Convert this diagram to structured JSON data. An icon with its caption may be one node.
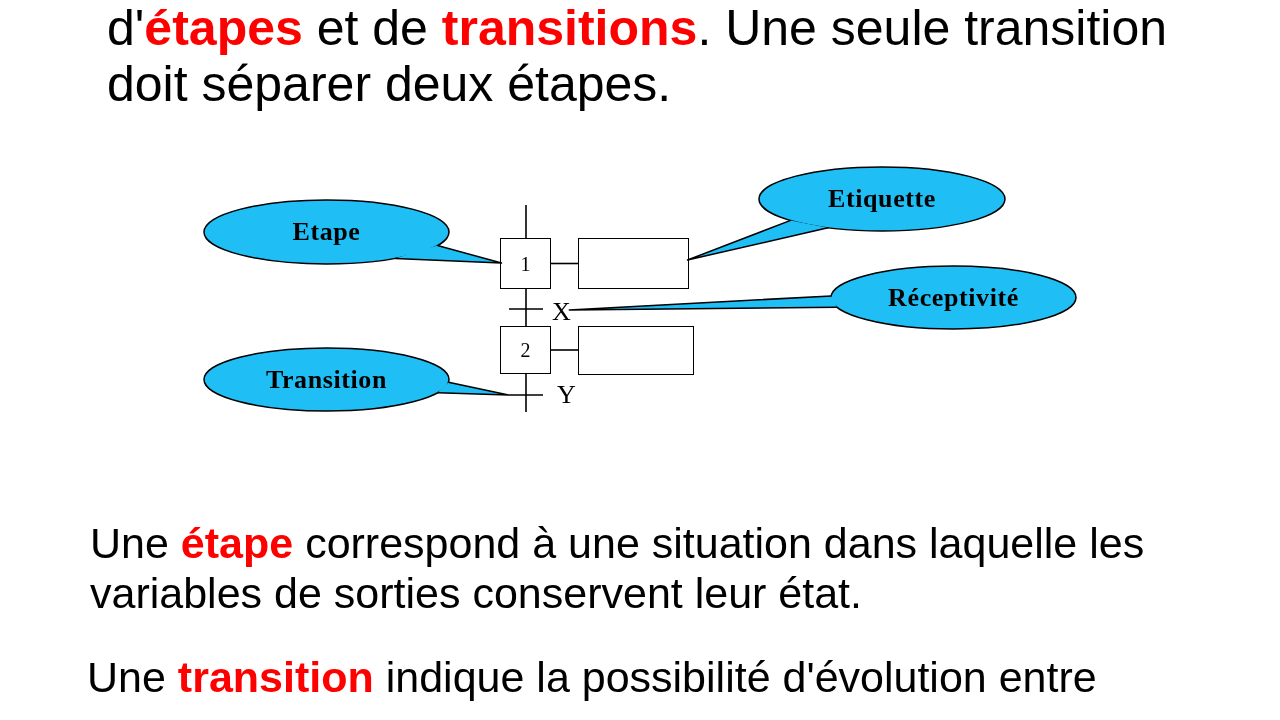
{
  "diagram": {
    "nodes": [
      {
        "text": [
          "Etape"
        ]
      },
      {
        "text": [
          "Etiquette"
        ]
      },
      {
        "text": [
          "1"
        ]
      },
      {
        "text": [],
        "shape": "box"
      },
      {
        "text": [],
        "shape": "bar"
      },
      {
        "text": [
          "X"
        ]
      },
      {
        "text": [
          "Réceptivité"
        ]
      },
      {
        "text": [
          "2"
        ]
      },
      {
        "text": [],
        "shape": "box"
      },
      {
        "text": [
          "Transition"
        ]
      },
      {
        "text": [],
        "shape": "bar",
        "beside": [
          "Y"
        ]
      }
    ],
    "edges": [
      {
        "from": null,
        "to": 2,
        "arrow": "none"
      },
      {
        "from": 2,
        "to": 3,
        "arrow": "none"
      },
      {
        "from": 2,
        "to": 4,
        "arrow": "none"
      },
      {
        "from": 4,
        "to": 7,
        "arrow": "none"
      },
      {
        "from": 7,
        "to": 8,
        "arrow": "none"
      },
      {
        "from": 7,
        "to": 10,
        "arrow": "none"
      },
      {
        "from": 10,
        "to": null,
        "arrow": "none"
      },
      {
        "from": 0,
        "to": 2,
        "arrow": "none"
      },
      {
        "from": 1,
        "to": 3,
        "arrow": "none"
      },
      {
        "from": 6,
        "to": 5,
        "arrow": "none"
      },
      {
        "from": 9,
        "to": 10,
        "arrow": "none"
      }
    ],
    "labels": [
      "d'**étapes** et de **transitions**. Une seule transition doit séparer deux étapes.",
      "Une **étape** correspond à une situation dans laquelle les variables de sorties conservent leur état.",
      "Une **transition** indique la possibilité d'évolution entre"
    ]
  }
}
